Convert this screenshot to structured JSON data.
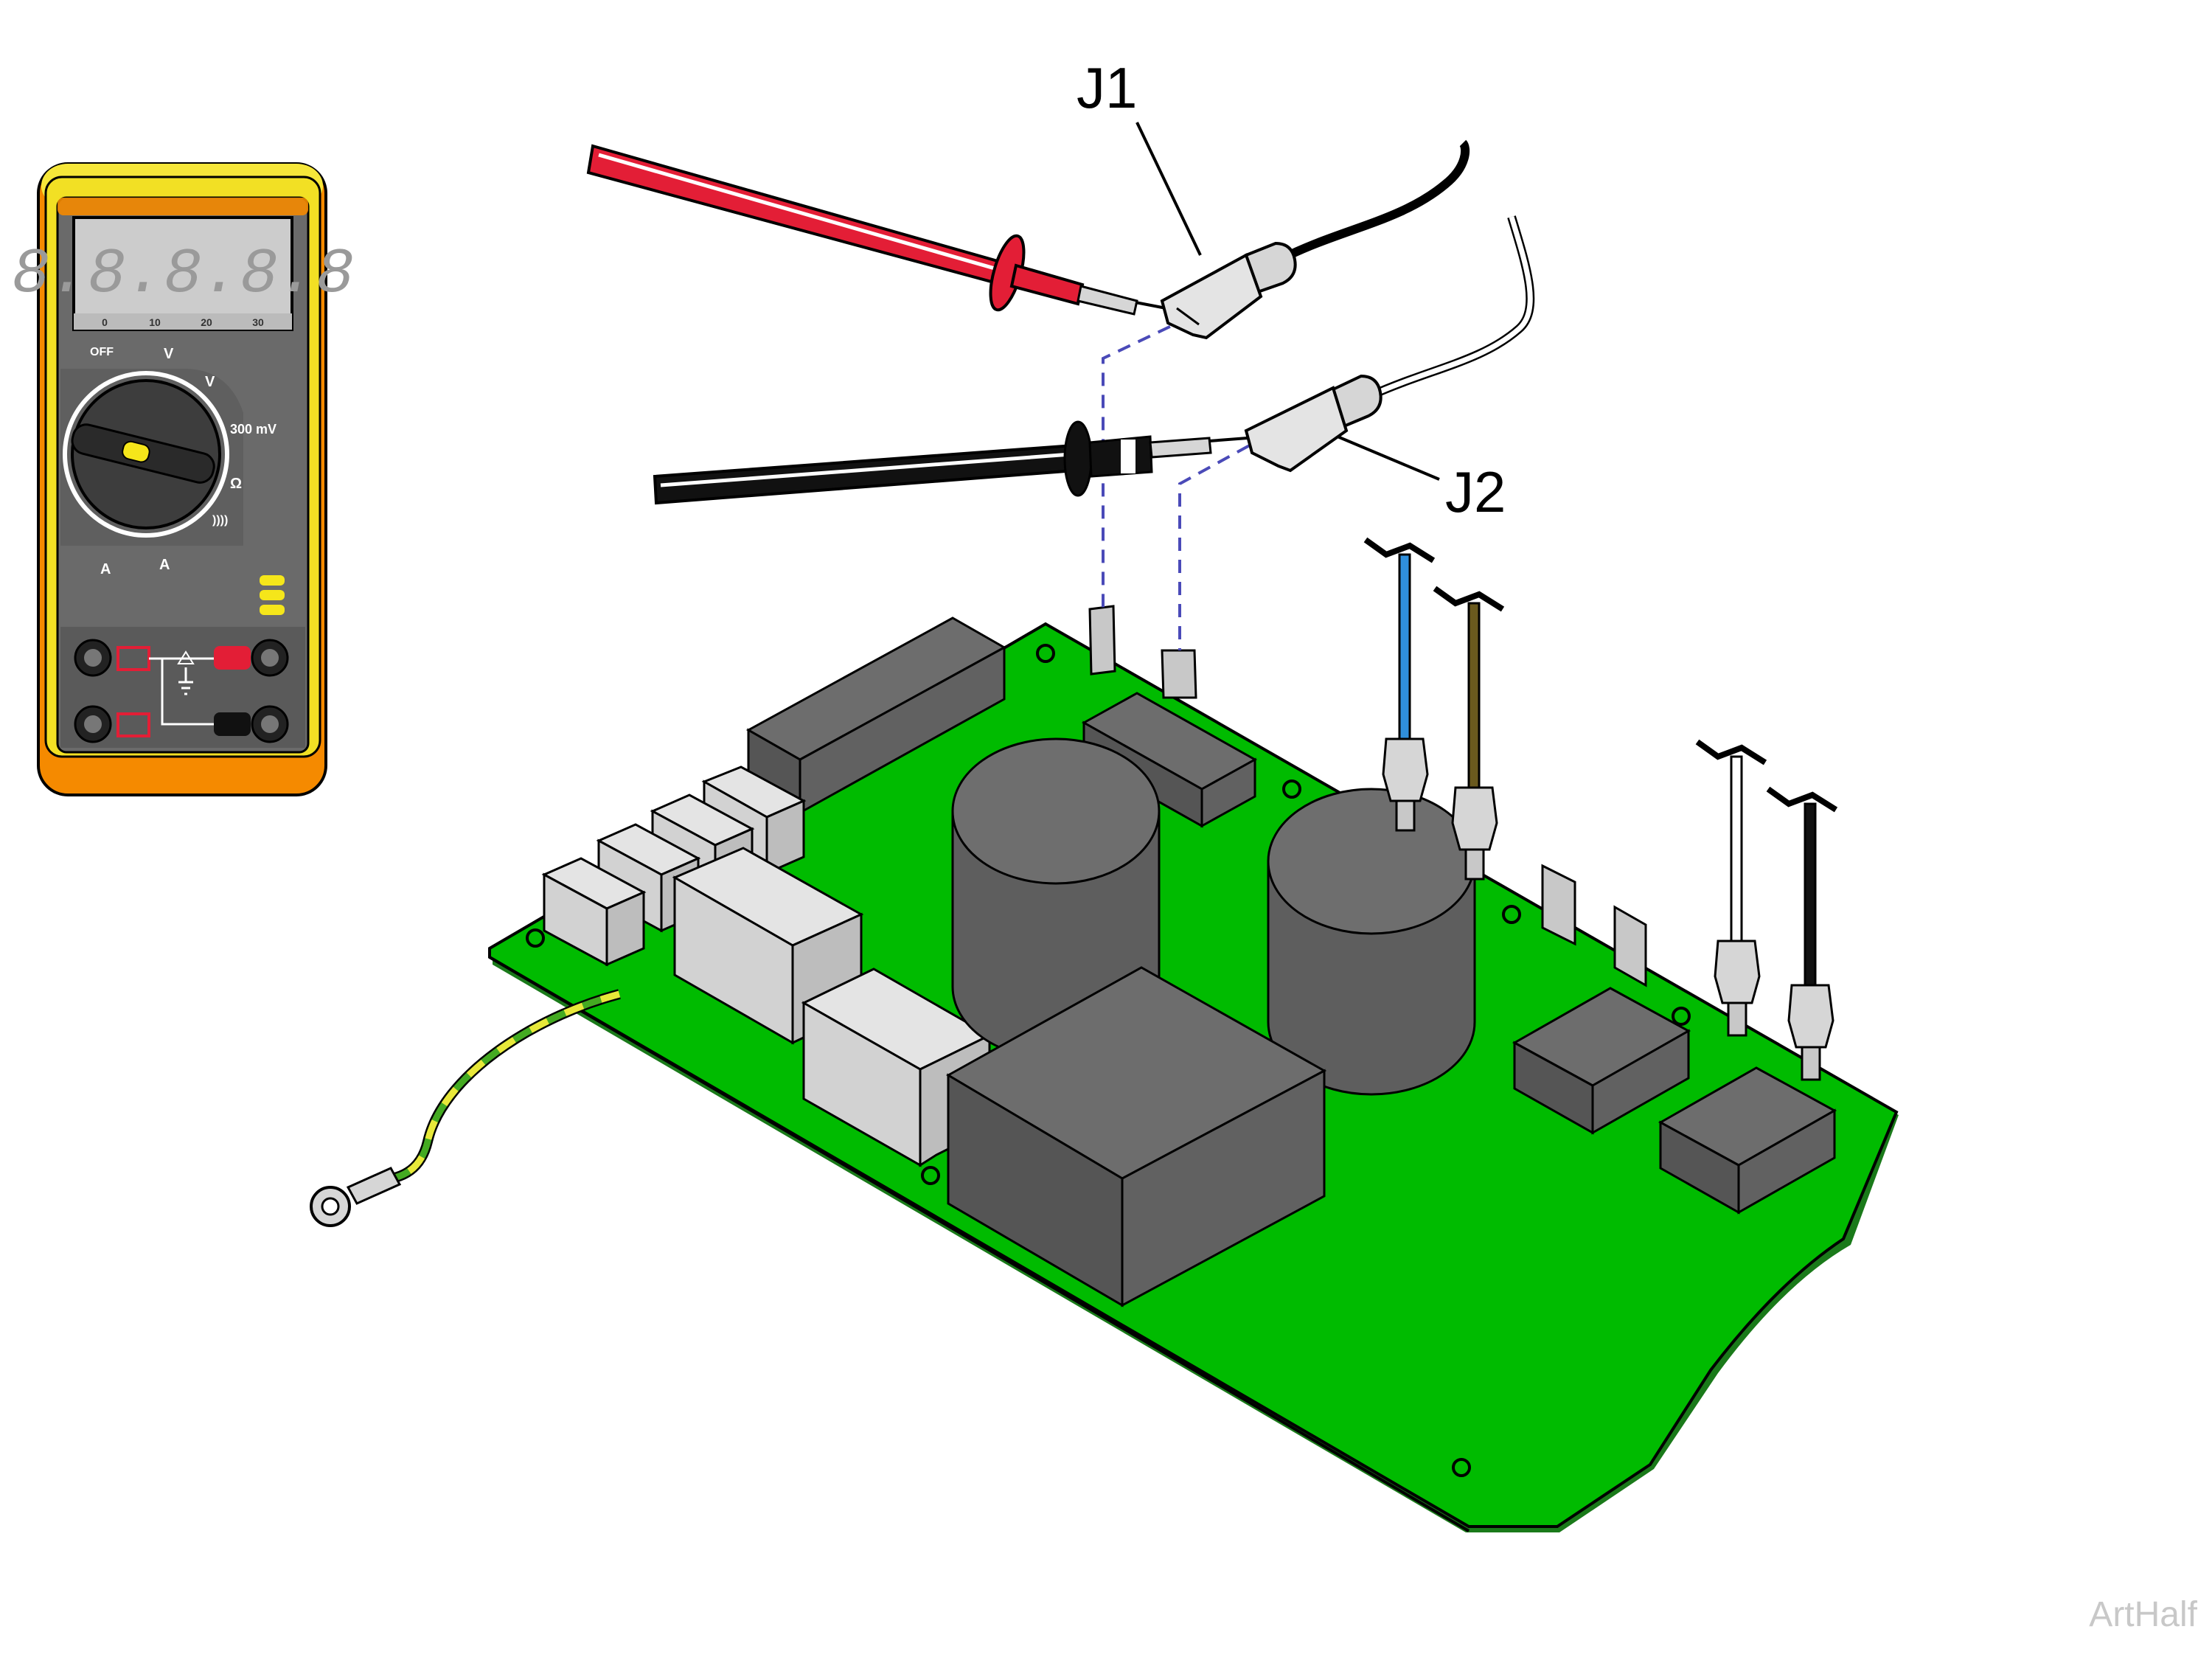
{
  "callouts": {
    "j1": "J1",
    "j2": "J2"
  },
  "meter": {
    "display": "8.8.8.8.8",
    "scale": [
      "0",
      "10",
      "20",
      "30"
    ],
    "dial": {
      "off": "OFF",
      "vac": "V",
      "vdc": "V",
      "mv": "300 mV",
      "ohm": "Ω",
      "cont": "))))",
      "adc": "A",
      "aac": "A"
    }
  },
  "watermark": "ArtHalf",
  "colors": {
    "board": "#00bb00",
    "component_dark": "#656565",
    "component_light": "#d0d0d0",
    "meter_yellow": "#f2e024",
    "meter_orange": "#f58a00",
    "probe_red": "#e31e36",
    "probe_black": "#111111",
    "wire_blue": "#2f8fdc",
    "wire_brown": "#6a5a1e",
    "ground_green": "#44aa22",
    "ground_yellow": "#e8e83a",
    "guide_dash": "#4a4ab8"
  }
}
